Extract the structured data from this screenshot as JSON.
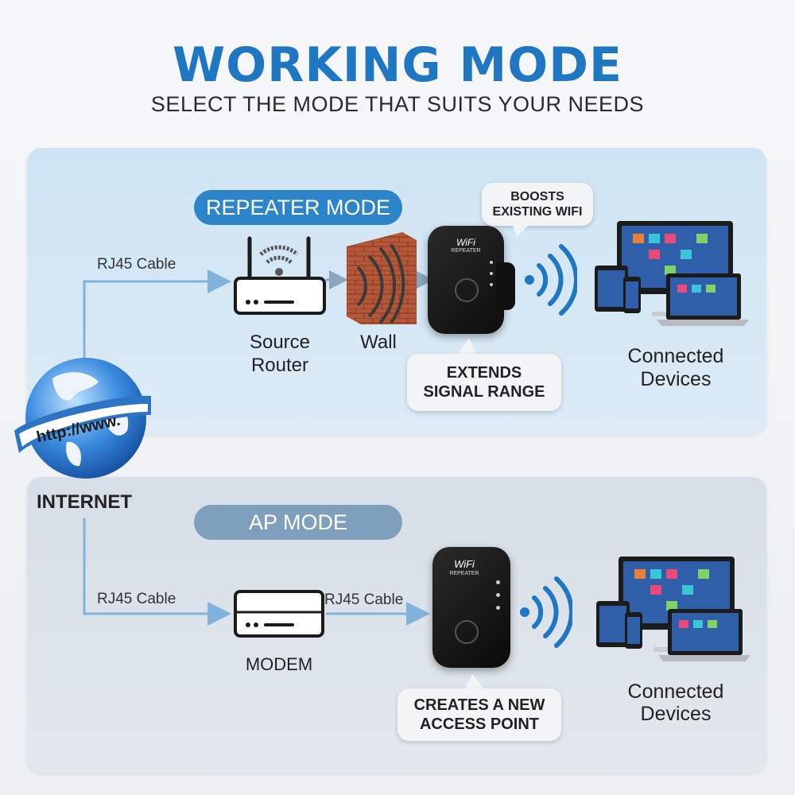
{
  "header": {
    "title": "WORKING MODE",
    "subtitle": "SELECT THE MODE THAT SUITS YOUR NEEDS"
  },
  "globe": {
    "url_text": "http://www.",
    "label": "INTERNET"
  },
  "repeater_mode": {
    "title": "REPEATER MODE",
    "cable_label": "RJ45 Cable",
    "router_label": [
      "Source",
      "Router"
    ],
    "wall_label": "Wall",
    "device_text": [
      "WiFi",
      "REPEATER"
    ],
    "callout_top": [
      "BOOSTS",
      "EXISTING WIFI"
    ],
    "callout_bottom": [
      "EXTENDS",
      "SIGNAL RANGE"
    ],
    "devices_label": [
      "Connected",
      "Devices"
    ]
  },
  "ap_mode": {
    "title": "AP MODE",
    "cable_label_1": "RJ45 Cable",
    "cable_label_2": "RJ45 Cable",
    "modem_label": "MODEM",
    "device_text": [
      "WiFi",
      "REPEATER"
    ],
    "callout": [
      "CREATES A NEW",
      "ACCESS POINT"
    ],
    "devices_label": [
      "Connected",
      "Devices"
    ]
  },
  "colors": {
    "title_blue": "#1f77c4",
    "repeater_pill": "#2d84c8",
    "ap_pill": "#7ea0bd",
    "connector_line": "#7fb3dc",
    "brick": "#b5583a"
  }
}
